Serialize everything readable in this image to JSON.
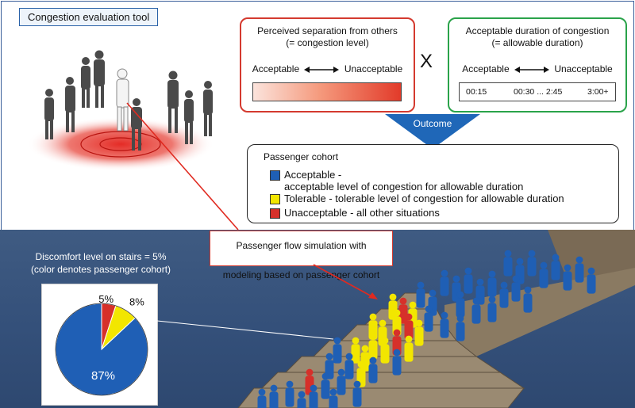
{
  "header": {
    "title": "Congestion evaluation tool"
  },
  "separation": {
    "title_line1": "Perceived separation from others",
    "title_line2": "(= congestion level)",
    "left_label": "Acceptable",
    "right_label": "Unacceptable"
  },
  "operator": "X",
  "duration": {
    "title_line1": "Acceptable duration of congestion",
    "title_line2": "(= allowable duration)",
    "left_label": "Acceptable",
    "right_label": "Unacceptable",
    "ticks": [
      "00:15",
      "00:30 ... 2:45",
      "3:00+"
    ]
  },
  "outcome_label": "Outcome",
  "cohort": {
    "title": "Passenger cohort",
    "items": [
      {
        "name": "Acceptable -",
        "detail": "acceptable level of congestion for allowable duration",
        "color": "#1f5fb5"
      },
      {
        "name": "Tolerable - tolerable level of congestion for allowable duration",
        "detail": "",
        "color": "#f2e600"
      },
      {
        "name": "Unacceptable - all other situations",
        "detail": "",
        "color": "#d6302a"
      }
    ]
  },
  "simulation": {
    "caption_line1": "Passenger flow simulation with",
    "caption_line2": "modeling based on passenger cohort"
  },
  "discomfort": {
    "line1": "Discomfort level on stairs = 5%",
    "line2": "(color denotes passenger cohort)"
  },
  "chart_data": {
    "type": "pie",
    "labels": [
      "Acceptable",
      "Tolerable",
      "Unacceptable"
    ],
    "values": [
      87,
      8,
      5
    ],
    "value_labels": [
      "87%",
      "8%",
      "5%"
    ],
    "colors": [
      "#1f5fb5",
      "#f2e600",
      "#d6302a"
    ]
  },
  "colors": {
    "accent_red": "#d43a2f",
    "accent_green": "#2aa34a",
    "accent_blue": "#1f67b8"
  }
}
